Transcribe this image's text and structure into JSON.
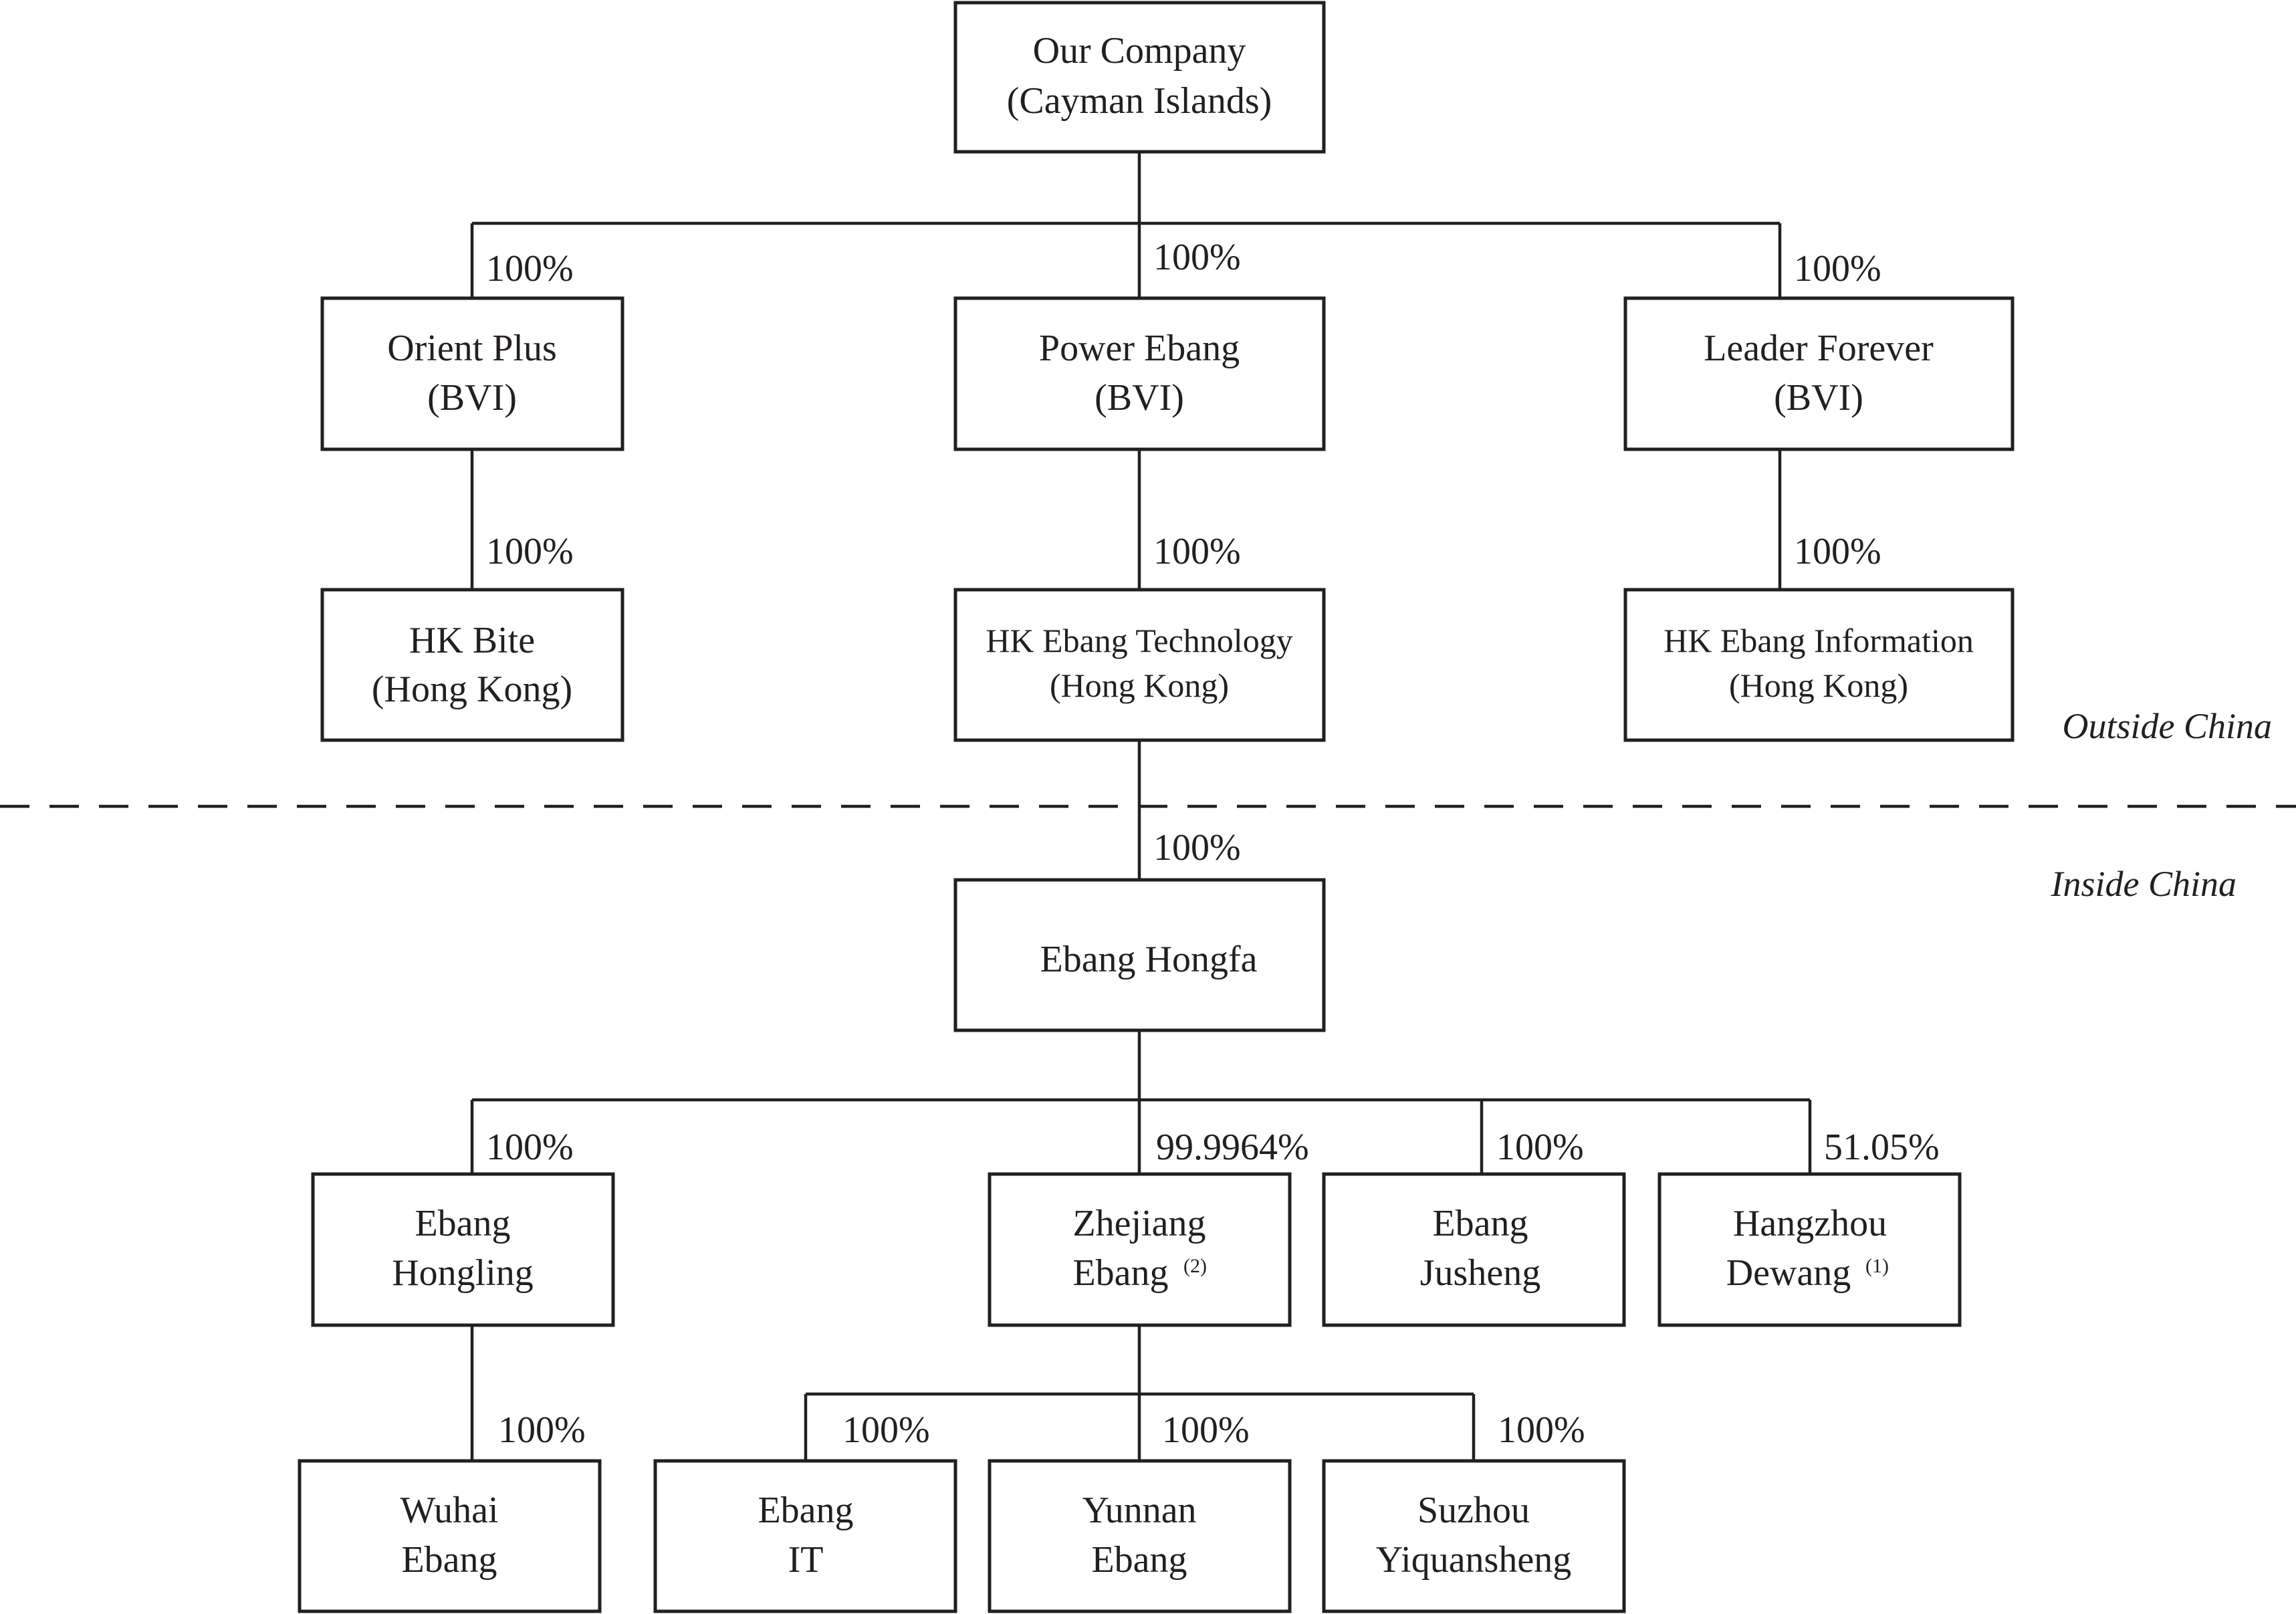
{
  "entities": {
    "company": {
      "line1": "Our Company",
      "line2": "(Cayman Islands)"
    },
    "orient_plus": {
      "line1": "Orient Plus",
      "line2": "(BVI)"
    },
    "power_ebang": {
      "line1": "Power Ebang",
      "line2": "(BVI)"
    },
    "leader_forever": {
      "line1": "Leader Forever",
      "line2": "(BVI)"
    },
    "hk_bite": {
      "line1": "HK Bite",
      "line2": "(Hong Kong)"
    },
    "hk_ebang_technology": {
      "line1": "HK Ebang Technology",
      "line2": "(Hong Kong)"
    },
    "hk_ebang_information": {
      "line1": "HK Ebang Information",
      "line2": "(Hong Kong)"
    },
    "ebang_hongfa": {
      "line1": "Ebang Hongfa"
    },
    "ebang_hongling": {
      "line1": "Ebang",
      "line2": "Hongling"
    },
    "zhejiang_ebang": {
      "line1": "Zhejiang",
      "line2": "Ebang",
      "note": "(2)"
    },
    "ebang_jusheng": {
      "line1": "Ebang",
      "line2": "Jusheng"
    },
    "hangzhou_dewang": {
      "line1": "Hangzhou",
      "line2": "Dewang",
      "note": "(1)"
    },
    "wuhai_ebang": {
      "line1": "Wuhai",
      "line2": "Ebang"
    },
    "ebang_it": {
      "line1": "Ebang",
      "line2": "IT"
    },
    "yunnan_ebang": {
      "line1": "Yunnan",
      "line2": "Ebang"
    },
    "suzhou_yiquansheng": {
      "line1": "Suzhou",
      "line2": "Yiquansheng"
    }
  },
  "ownership": {
    "company_to_orient_plus": "100%",
    "company_to_power_ebang": "100%",
    "company_to_leader_forever": "100%",
    "orient_plus_to_hk_bite": "100%",
    "power_ebang_to_hk_ebang_technology": "100%",
    "leader_forever_to_hk_ebang_information": "100%",
    "hk_ebang_technology_to_ebang_hongfa": "100%",
    "ebang_hongfa_to_ebang_hongling": "100%",
    "ebang_hongfa_to_zhejiang_ebang": "99.9964%",
    "ebang_hongfa_to_ebang_jusheng": "100%",
    "ebang_hongfa_to_hangzhou_dewang": "51.05%",
    "ebang_hongling_to_wuhai_ebang": "100%",
    "zhejiang_ebang_to_ebang_it": "100%",
    "zhejiang_ebang_to_yunnan_ebang": "100%",
    "zhejiang_ebang_to_suzhou_yiquansheng": "100%"
  },
  "regions": {
    "outside": "Outside China",
    "inside": "Inside China"
  }
}
